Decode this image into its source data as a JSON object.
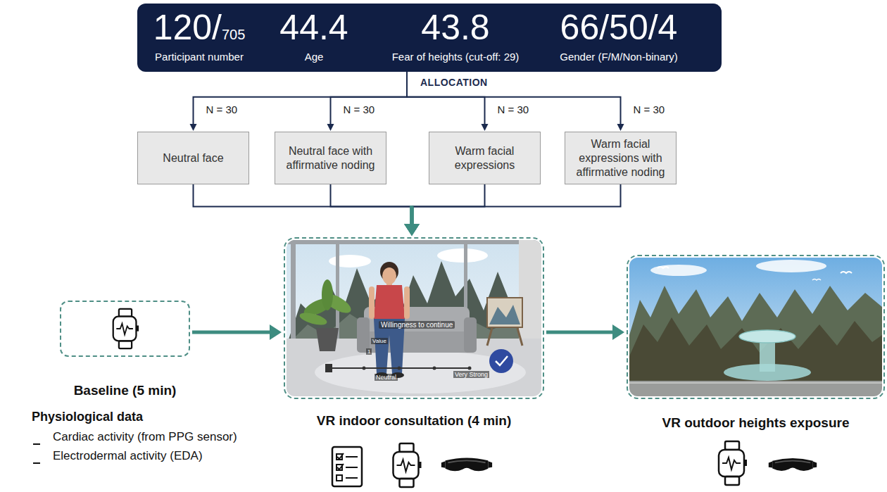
{
  "diagram": {
    "nodes": [
      {
        "text": [
          "120/",
          "705",
          "Participant number",
          "44.4",
          "Age",
          "43.8",
          "Fear of heights (cut-off: 29)",
          "66/50/4",
          "Gender (F/M/Non-binary)"
        ]
      },
      {
        "text": [
          "Neutral face"
        ]
      },
      {
        "text": [
          "Neutral face with affirmative noding"
        ]
      },
      {
        "text": [
          "Warm facial expressions"
        ]
      },
      {
        "text": [
          "Warm facial expressions with affirmative noding"
        ]
      },
      {
        "text": [
          "Baseline (5 min)"
        ]
      },
      {
        "text": [
          "VR indoor consultation (4 min)"
        ]
      },
      {
        "text": [
          "VR outdoor heights exposure"
        ]
      }
    ],
    "edges": [
      {
        "from": 0,
        "to": 1,
        "arrow": "to",
        "label": "N = 30"
      },
      {
        "from": 0,
        "to": 2,
        "arrow": "to",
        "label": "N = 30"
      },
      {
        "from": 0,
        "to": 3,
        "arrow": "to",
        "label": "N = 30"
      },
      {
        "from": 0,
        "to": 4,
        "arrow": "to",
        "label": "N = 30"
      },
      {
        "from": 1,
        "to": 6,
        "arrow": "to"
      },
      {
        "from": 2,
        "to": 6,
        "arrow": "to"
      },
      {
        "from": 3,
        "to": 6,
        "arrow": "to"
      },
      {
        "from": 4,
        "to": 6,
        "arrow": "to"
      },
      {
        "from": 5,
        "to": 6,
        "arrow": "to"
      },
      {
        "from": 6,
        "to": 7,
        "arrow": "to"
      }
    ],
    "labels": [
      "ALLOCATION",
      "Physiological data",
      "Cardiac activity (from PPG sensor)",
      "Electrodermal activity (EDA)",
      "Willingness to continue",
      "Value",
      "1",
      "Neutral",
      "Very Strong"
    ]
  }
}
